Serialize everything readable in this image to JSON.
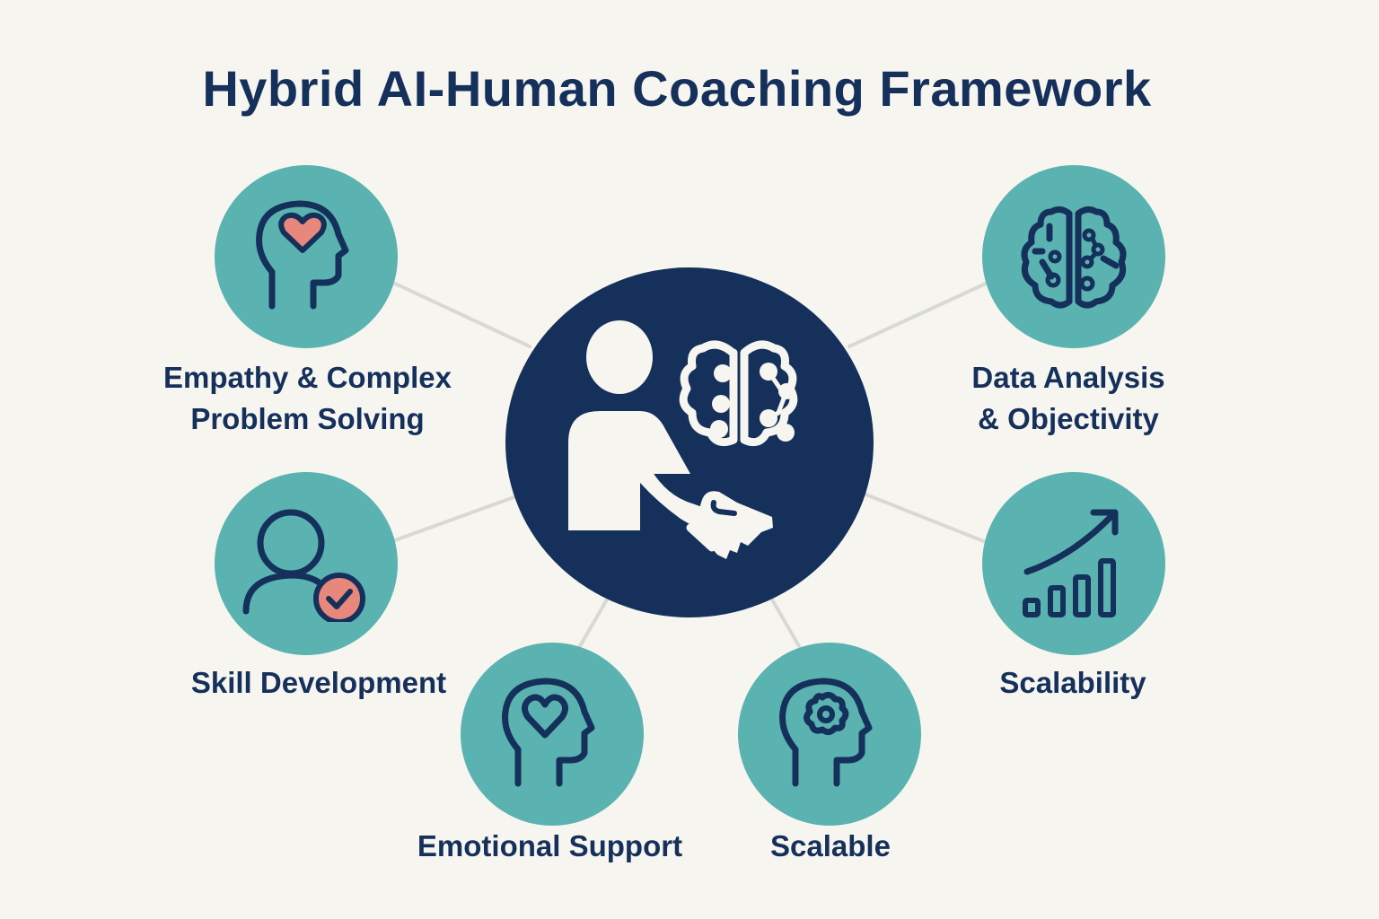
{
  "title": "Hybrid AI-Human Coaching Framework",
  "colors": {
    "background": "#f7f5f0",
    "navy": "#15305a",
    "teal": "#5ab3b1",
    "coral": "#e8877c",
    "connector": "#d8d8d4"
  },
  "center": {
    "icon": "human-ai-handshake-icon",
    "description": "Person figure reaching a hand toward a brain-circuit icon"
  },
  "nodes": [
    {
      "id": "empathy",
      "label_line1": "Empathy & Complex",
      "label_line2": "Problem Solving",
      "icon": "head-heart-icon"
    },
    {
      "id": "data-analysis",
      "label_line1": "Data Analysis",
      "label_line2": "& Objectivity",
      "icon": "brain-circuit-icon"
    },
    {
      "id": "skill-development",
      "label": "Skill Development",
      "icon": "user-check-icon"
    },
    {
      "id": "scalability",
      "label": "Scalability",
      "icon": "growth-chart-icon"
    },
    {
      "id": "emotional-support",
      "label": "Emotional Support",
      "icon": "head-heart-outline-icon"
    },
    {
      "id": "scalable",
      "label": "Scalable",
      "icon": "head-gear-icon"
    }
  ]
}
